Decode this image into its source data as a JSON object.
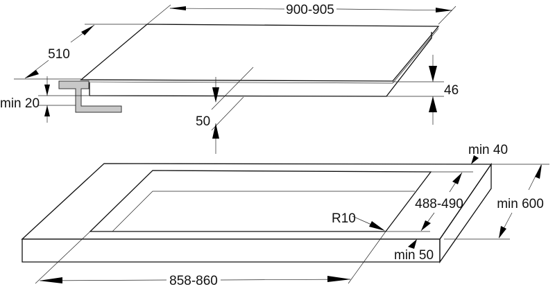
{
  "title": "Built-in hob installation dimensions",
  "hob": {
    "width_label": "900-905",
    "depth_label": "510",
    "height_label": "46",
    "clearance_label": "50",
    "bracket_label": "min 20"
  },
  "worktop": {
    "back_margin_label": "min 40",
    "cutout_depth_label": "488-490",
    "depth_label": "min 600",
    "corner_radius_label": "R10",
    "front_margin_label": "min 50",
    "cutout_width_label": "858-860"
  },
  "colors": {
    "line": "#111111",
    "bracket_fill": "#c8c8c8"
  }
}
